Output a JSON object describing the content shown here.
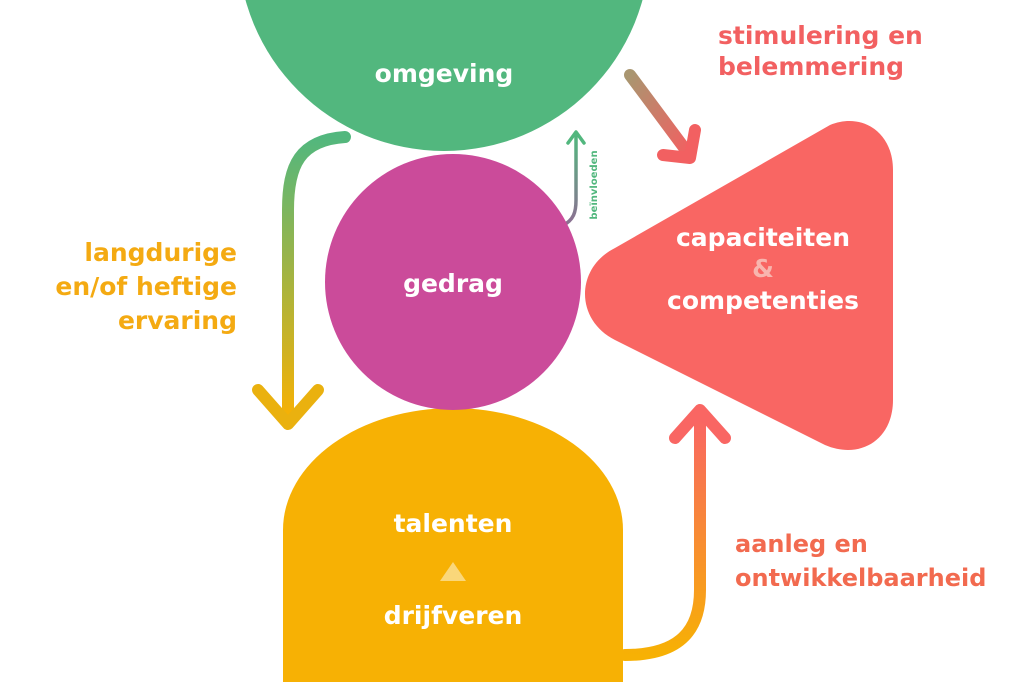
{
  "nodes": {
    "omgeving": {
      "label": "omgeving",
      "color": "#52B77E"
    },
    "gedrag": {
      "label": "gedrag",
      "color": "#CB4B9A"
    },
    "capaciteiten": {
      "line1": "capaciteiten",
      "amp": "&",
      "line2": "competenties",
      "color": "#F96663",
      "amp_color": "#F8B5AE"
    },
    "talenten": {
      "line1": "talenten",
      "line2": "drijfveren",
      "color": "#F7B104",
      "triangle_color": "#FAD77A"
    }
  },
  "edges": {
    "stimulering": {
      "line1": "stimulering en",
      "line2": "belemmering",
      "color": "#F26061"
    },
    "langdurig": {
      "line1": "langdurige",
      "line2": "en/of heftige",
      "line3": "ervaring",
      "color": "#F4AA12"
    },
    "aanleg": {
      "line1": "aanleg en",
      "line2": "ontwikkelbaarheid",
      "color": "#F26A4F"
    },
    "beinvloeden": {
      "label": "beïnvloeden",
      "color": "#52B77E"
    }
  }
}
